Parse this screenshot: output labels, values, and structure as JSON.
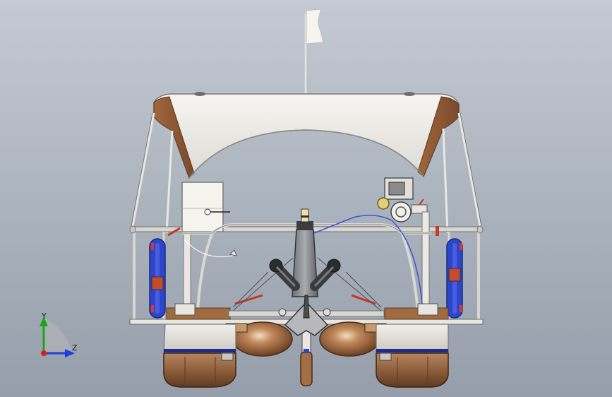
{
  "viewport": {
    "background_top": "#c3cad3",
    "background_bottom": "#959eaa"
  },
  "triad": {
    "y_label": "Y",
    "z_label": "Z",
    "y_color": "#1aa51a",
    "z_color": "#1e3fd8",
    "x_color": "#d81e1e"
  },
  "model": {
    "name": "pontoon-boat-assembly",
    "pontoon_color": "#9b6b45",
    "canopy_color": "#efeeea",
    "stripe_color": "#1f2a8a",
    "float_color": "#2b46c8"
  }
}
